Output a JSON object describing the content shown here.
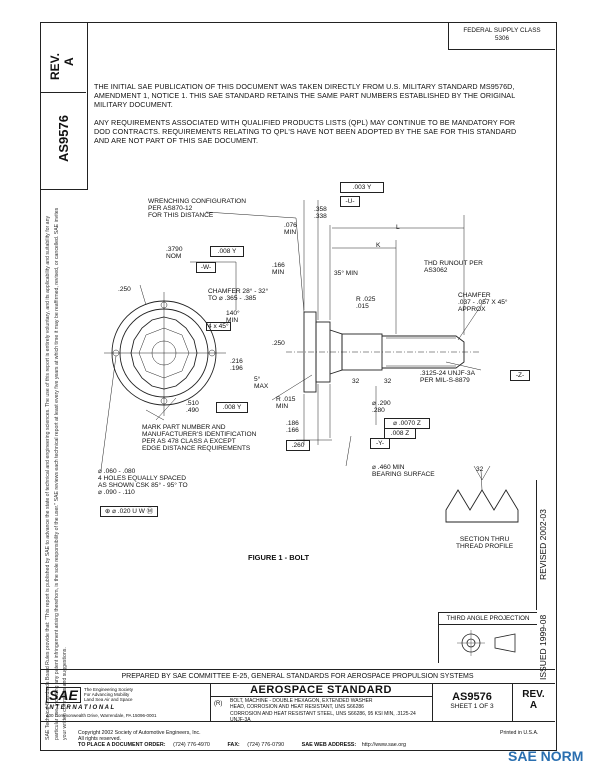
{
  "header": {
    "rev_label": "REV.",
    "rev_value": "A",
    "doc_id": "AS9576",
    "supply_class_line1": "FEDERAL SUPPLY CLASS",
    "supply_class_line2": "5306"
  },
  "paragraphs": [
    "THE INITIAL SAE PUBLICATION OF THIS DOCUMENT WAS TAKEN DIRECTLY FROM U.S. MILITARY STANDARD MS9576D, AMENDMENT 1, NOTICE 1. THIS SAE STANDARD RETAINS THE SAME PART NUMBERS ESTABLISHED BY THE ORIGINAL MILITARY DOCUMENT.",
    "ANY REQUIREMENTS ASSOCIATED WITH QUALIFIED PRODUCTS LISTS (QPL) MAY CONTINUE TO BE MANDATORY FOR DOD CONTRACTS. REQUIREMENTS RELATING TO QPL'S HAVE NOT BEEN ADOPTED BY THE SAE FOR THIS STANDARD AND ARE NOT PART OF THIS SAE DOCUMENT."
  ],
  "side_notice": "SAE Technical Standards Board Rules provide that: \"This report is published by SAE to advance the state of technical and engineering sciences. The use of this report is entirely voluntary, and its applicability and suitability for any particular use, including any patent infringement arising therefrom, is the sole responsibility of the user.\" SAE reviews each technical report at least every five years at which time it may be reaffirmed, revised, or cancelled. SAE invites your written comments and suggestions.",
  "drawing": {
    "wrenching": [
      "WRENCHING CONFIGURATION",
      "PER AS870-12",
      "FOR THIS DISTANCE"
    ],
    "dim_3790": ".3790",
    "nom": "NOM",
    "datum_w": "-W-",
    "fcf_w": ".008 Y",
    "dim_250a": ".250",
    "dim_076": ".076",
    "min_076": "MIN",
    "dim_358": ".358",
    "dim_338": ".338",
    "fcf_top": ".003 Y",
    "datum_u": "-U-",
    "dim_L": "L",
    "dim_K": "K",
    "dim_166": ".166",
    "min_166": "MIN",
    "angle_35": "35° MIN",
    "thd_runout": [
      "THD RUNOUT PER",
      "AS3062"
    ],
    "chamfer_left": [
      "CHAMFER 28° - 32°",
      "TO ⌀ .365 - .385"
    ],
    "dim_140": "140°",
    "min_140": "MIN",
    "r_025": "R .025",
    "r_015": ".015",
    "chamfer_45": "4 x 45°",
    "chamfer_right": [
      "CHAMFER",
      ".037 - .057 X 45°",
      "APPROX"
    ],
    "dim_250b": ".250",
    "dim_216": ".216",
    "dim_196": ".196",
    "angle_5": "5°",
    "max_5": "MAX",
    "thread": ".3125-24 UNJF-3A",
    "thread_per": "PER MIL-S-8879",
    "datum_z": "-Z-",
    "dim_510": ".510",
    "dim_490": ".490",
    "fcf_510": ".008 Y",
    "r_015b": "R .015",
    "min_r015": "MIN",
    "dim_32a": "32",
    "dim_32b": "32",
    "dim_290": "⌀ .290",
    "dim_280": ".280",
    "fcf_z": "⌀ .0070 Z",
    "fcf_z2": ".008 Z",
    "datum_y": "-Y-",
    "mark_part": [
      "MARK PART NUMBER AND",
      "MANUFACTURER'S IDENTIFICATION",
      "PER AS 478 CLASS A EXCEPT",
      "EDGE DISTANCE REQUIREMENTS"
    ],
    "dim_186": ".186",
    "dim_166b": ".166",
    "dim_260": ".260",
    "holes": [
      "⌀ .060 - .080",
      "4 HOLES EQUALLY SPACED",
      "AS SHOWN CSK 85° - 95° TO",
      "⌀ .090 - .110"
    ],
    "fcf_holes": "⊕ ⌀ .020 U W Ⓜ",
    "bearing": [
      "⌀ .460 MIN",
      "BEARING SURFACE"
    ],
    "dim_32c": "32",
    "section": [
      "SECTION THRU",
      "THREAD PROFILE"
    ],
    "figure_caption": "FIGURE 1 - BOLT"
  },
  "projection": {
    "label": "THIRD ANGLE PROJECTION"
  },
  "side_dates": {
    "revised": "REVISED 2002-03",
    "issued": "ISSUED 1999-08"
  },
  "footer": {
    "prepared_by": "PREPARED BY SAE COMMITTEE E-25, GENERAL STANDARDS FOR AEROSPACE PROPULSION SYSTEMS",
    "logo_text": "SAE",
    "logo_tagline": [
      "The Engineering Society",
      "For Advancing Mobility",
      "Land Sea Air and Space"
    ],
    "international": "I N T E R N A T I O N A L",
    "address": "400 Commonwealth Drive, Warrendale, PA 15096-0001",
    "std_title": "AEROSPACE STANDARD",
    "fsc_code": "(R)",
    "std_desc": [
      "BOLT, MACHINE - DOUBLE HEXAGON, EXTENDED WASHER",
      "HEAD, CORROSION AND HEAT RESISTANT, UNS S66286",
      "CORROSION AND HEAT RESISTANT STEEL, UNS S66286, 95 KSI MIN, .3125-24 UNJF-3A"
    ],
    "doc_id": "AS9576",
    "sheet": "SHEET 1 OF 3",
    "rev_label": "REV.",
    "rev_value": "A",
    "copyright": "Copyright 2002 Society of Automotive Engineers, Inc.",
    "rights": "All rights reserved.",
    "printed": "Printed in U.S.A.",
    "order_label": "TO PLACE A DOCUMENT ORDER:",
    "order_phone": "(724) 776-4970",
    "fax_label": "FAX:",
    "fax_phone": "(724) 776-0790",
    "web_label": "SAE WEB ADDRESS:",
    "web_url": "http://www.sae.org"
  },
  "watermark": {
    "text": "SAE NORM"
  }
}
